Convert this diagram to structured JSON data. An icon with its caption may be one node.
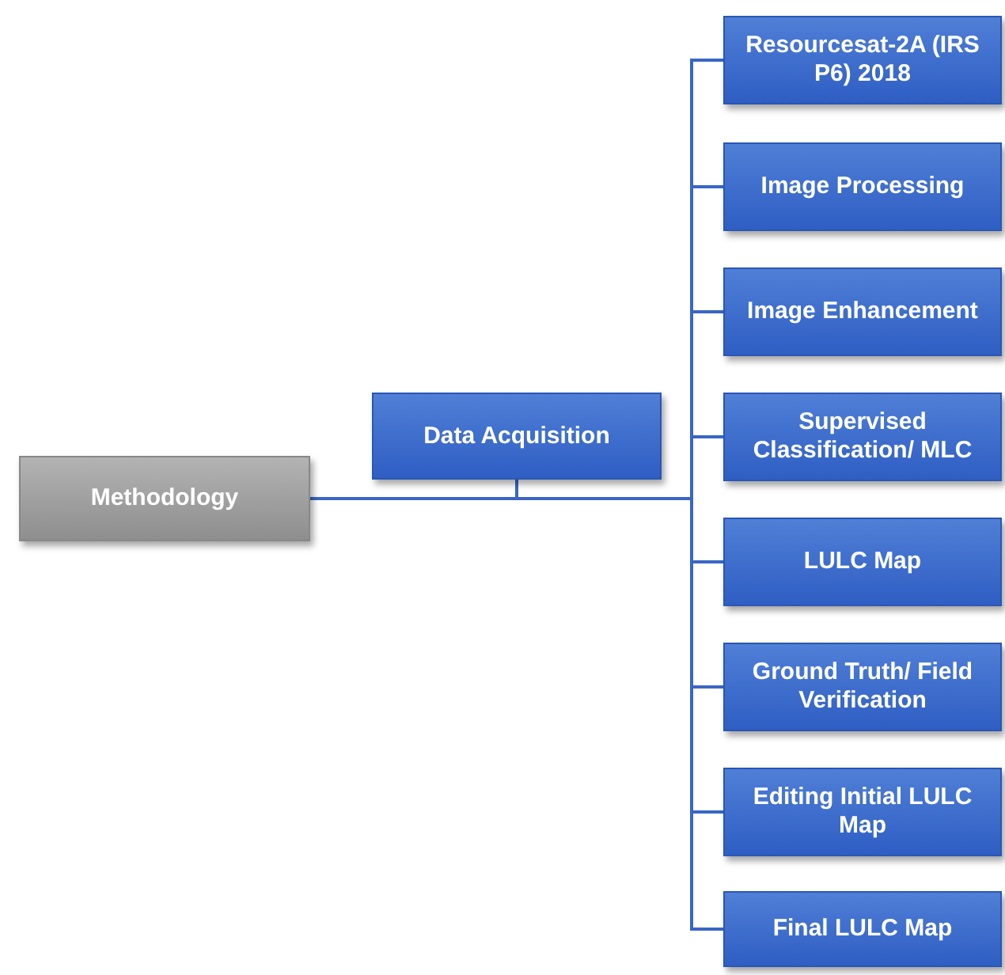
{
  "diagram": {
    "nodes": [
      {
        "text": [
          "Methodology"
        ]
      },
      {
        "text": [
          "Data Acquisition"
        ]
      },
      {
        "text": [
          "Resourcesat-2A (IRS P6) 2018"
        ]
      },
      {
        "text": [
          "Image Processing"
        ]
      },
      {
        "text": [
          "Image Enhancement"
        ]
      },
      {
        "text": [
          "Supervised Classification/ MLC"
        ]
      },
      {
        "text": [
          "LULC Map"
        ]
      },
      {
        "text": [
          "Ground Truth/ Field Verification"
        ]
      },
      {
        "text": [
          "Editing Initial LULC Map"
        ]
      },
      {
        "text": [
          "Final LULC Map"
        ]
      }
    ],
    "edges": [
      {
        "from": 0,
        "to": 1,
        "arrow": "none"
      },
      {
        "from": 1,
        "to": 2,
        "arrow": "none"
      },
      {
        "from": 1,
        "to": 3,
        "arrow": "none"
      },
      {
        "from": 1,
        "to": 4,
        "arrow": "none"
      },
      {
        "from": 1,
        "to": 5,
        "arrow": "none"
      },
      {
        "from": 1,
        "to": 6,
        "arrow": "none"
      },
      {
        "from": 1,
        "to": 7,
        "arrow": "none"
      },
      {
        "from": 1,
        "to": 8,
        "arrow": "none"
      },
      {
        "from": 1,
        "to": 9,
        "arrow": "none"
      }
    ]
  }
}
